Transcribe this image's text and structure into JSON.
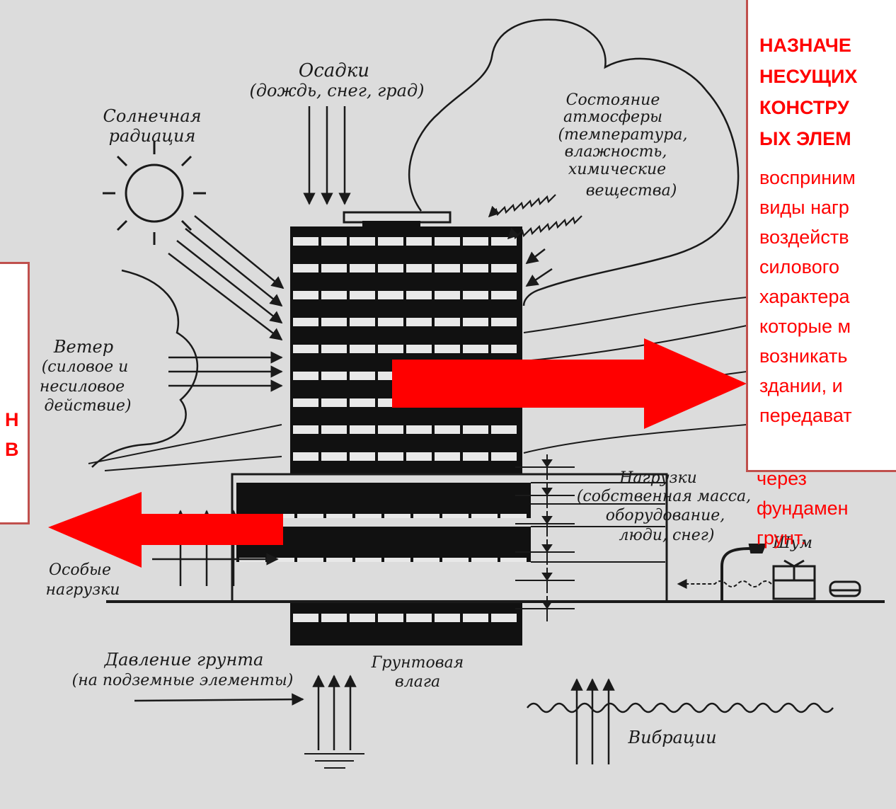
{
  "labels": {
    "precipitation_title": "Осадки",
    "precipitation_sub": "(дождь, снег, град)",
    "solar_line1": "Солнечная",
    "solar_line2": "радиация",
    "atmosphere_line1": "Состояние",
    "atmosphere_line2": "атмосферы",
    "atmosphere_line3": "(температура,",
    "atmosphere_line4": "влажность,",
    "atmosphere_line5": "химические",
    "atmosphere_line6": "вещества)",
    "wind_line1": "Ветер",
    "wind_line2": "(силовое и",
    "wind_line3": "несиловое",
    "wind_line4": "действие)",
    "loads_line1": "Нагрузки",
    "loads_line2": "(собственная масса,",
    "loads_line3": "оборудование,",
    "loads_line4": "люди, снег)",
    "special_line1": "Особые",
    "special_line2": "нагрузки",
    "noise": "Шум",
    "soil_pressure_line1": "Давление грунта",
    "soil_pressure_line2": "(на подземные элементы)",
    "ground_moisture_line1": "Грунтовая",
    "ground_moisture_line2": "влага",
    "vibration": "Вибрации"
  },
  "left_callout": {
    "line1": "Н",
    "line2": "В"
  },
  "right_callout": {
    "heading_line1": "НАЗНАЧЕ",
    "heading_line2": "НЕСУЩИХ",
    "heading_line3": "КОНСТРУ",
    "heading_line4": "ЫХ ЭЛЕМ",
    "body_line1": "восприним",
    "body_line2": "виды нагр",
    "body_line3": "воздейств",
    "body_line4": "силового",
    "body_line5": "характера",
    "body_line6": "которые м",
    "body_line7": "возникать",
    "body_line8": "здании, и",
    "body_line9": "передават",
    "overflow_line1": "через",
    "overflow_line2": "фундамен",
    "overflow_line3": "грунт."
  },
  "colors": {
    "background": "#dcdcdc",
    "ink": "#1a1a1a",
    "arrow": "#ff0000",
    "callout_border": "#c0504d",
    "callout_text": "#ff0000"
  }
}
